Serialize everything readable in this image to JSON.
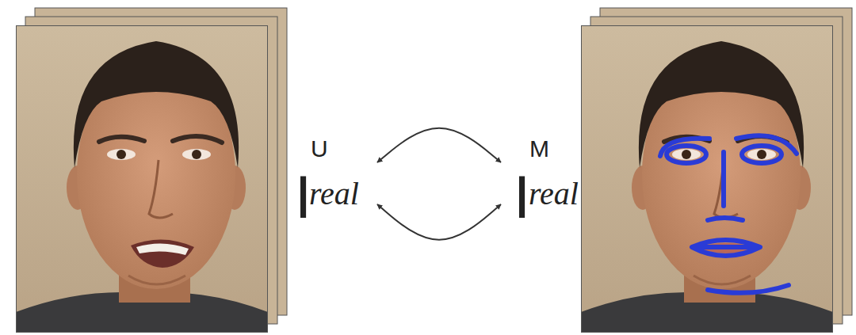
{
  "diagram": {
    "nodes": [
      {
        "text": [
          "I",
          "U",
          "real"
        ]
      },
      {
        "text": [
          "I",
          "M",
          "real"
        ]
      }
    ],
    "edges": [
      {
        "from": 0,
        "to": 1,
        "arrow": "both"
      },
      {
        "from": 0,
        "to": 1,
        "arrow": "both"
      }
    ]
  }
}
